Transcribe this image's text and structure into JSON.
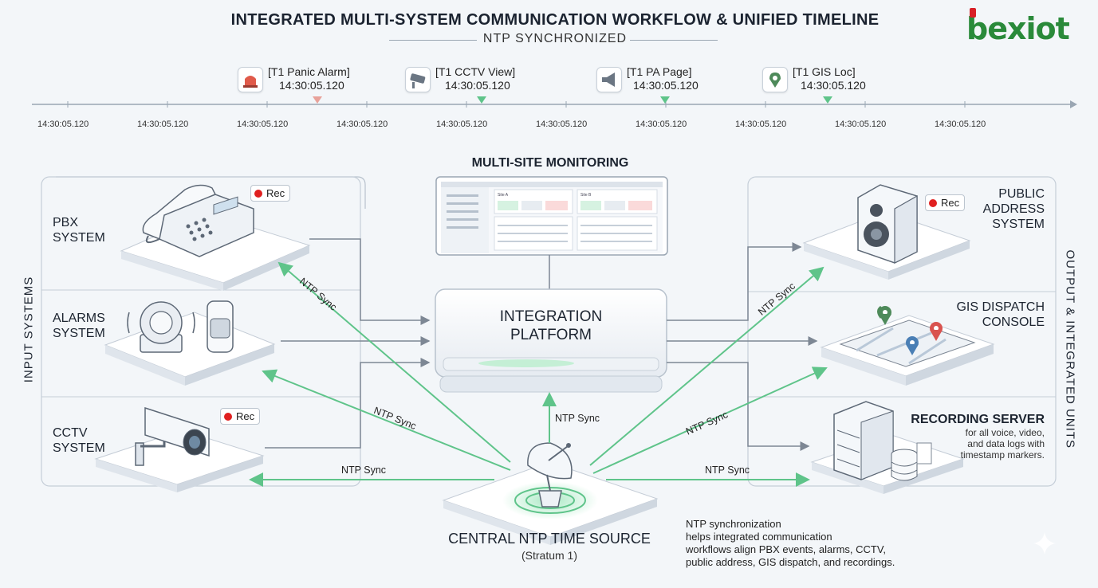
{
  "header": {
    "title": "INTEGRATED MULTI-SYSTEM COMMUNICATION WORKFLOW & UNIFIED TIMELINE",
    "subtitle": "NTP SYNCHRONIZED",
    "brand": "bexiot"
  },
  "timeline": {
    "events": [
      {
        "label": "[T1 Panic Alarm]",
        "time": "14:30:05.120",
        "icon": "alarm-beacon-icon",
        "marker_color": "#e8a29a"
      },
      {
        "label": "[T1 CCTV View]",
        "time": "14:30:05.120",
        "icon": "cctv-camera-icon",
        "marker_color": "#5fc48a"
      },
      {
        "label": "[T1 PA Page]",
        "time": "14:30:05.120",
        "icon": "megaphone-icon",
        "marker_color": "#5fc48a"
      },
      {
        "label": "[T1 GIS Loc]",
        "time": "14:30:05.120",
        "icon": "map-pin-icon",
        "marker_color": "#5fc48a"
      }
    ],
    "ticks": [
      "14:30:05.120",
      "14:30:05.120",
      "14:30:05.120",
      "14:30:05.120",
      "14:30:05.120",
      "14:30:05.120",
      "14:30:05.120",
      "14:30:05.120",
      "14:30:05.120",
      "14:30:05.120"
    ]
  },
  "sections": {
    "input": "INPUT SYSTEMS",
    "output": "OUTPUT & INTEGRATED UNITS"
  },
  "inputs": {
    "pbx": {
      "label_1": "PBX",
      "label_2": "SYSTEM",
      "rec": "Rec"
    },
    "alarms": {
      "label_1": "ALARMS",
      "label_2": "SYSTEM"
    },
    "cctv": {
      "label_1": "CCTV",
      "label_2": "SYSTEM",
      "rec": "Rec"
    }
  },
  "outputs": {
    "pa": {
      "label_1": "PUBLIC",
      "label_2": "ADDRESS",
      "label_3": "SYSTEM",
      "rec": "Rec"
    },
    "gis": {
      "label_1": "GIS DISPATCH",
      "label_2": "CONSOLE"
    },
    "recording": {
      "title": "RECORDING SERVER",
      "desc_1": "for all voice, video,",
      "desc_2": "and data logs with",
      "desc_3": "timestamp markers."
    }
  },
  "monitoring": {
    "title": "MULTI-SITE MONITORING",
    "site_a": "Site A",
    "site_b": "Site B"
  },
  "platform": {
    "line_1": "INTEGRATION",
    "line_2": "PLATFORM"
  },
  "sync_label": "NTP Sync",
  "ntp": {
    "title": "CENTRAL NTP TIME SOURCE",
    "sub": "(Stratum 1)"
  },
  "note": {
    "line_1": "NTP synchronization",
    "line_2": "helps integrated communication",
    "line_3": "workflows align PBX events, alarms, CCTV,",
    "line_4": "public address, GIS dispatch, and recordings."
  },
  "colors": {
    "sync_green": "#5fc48a",
    "flow_gray": "#7d8794",
    "rec_red": "#e02020",
    "brand_green": "#2a8a3a",
    "brand_red": "#d81f26"
  }
}
